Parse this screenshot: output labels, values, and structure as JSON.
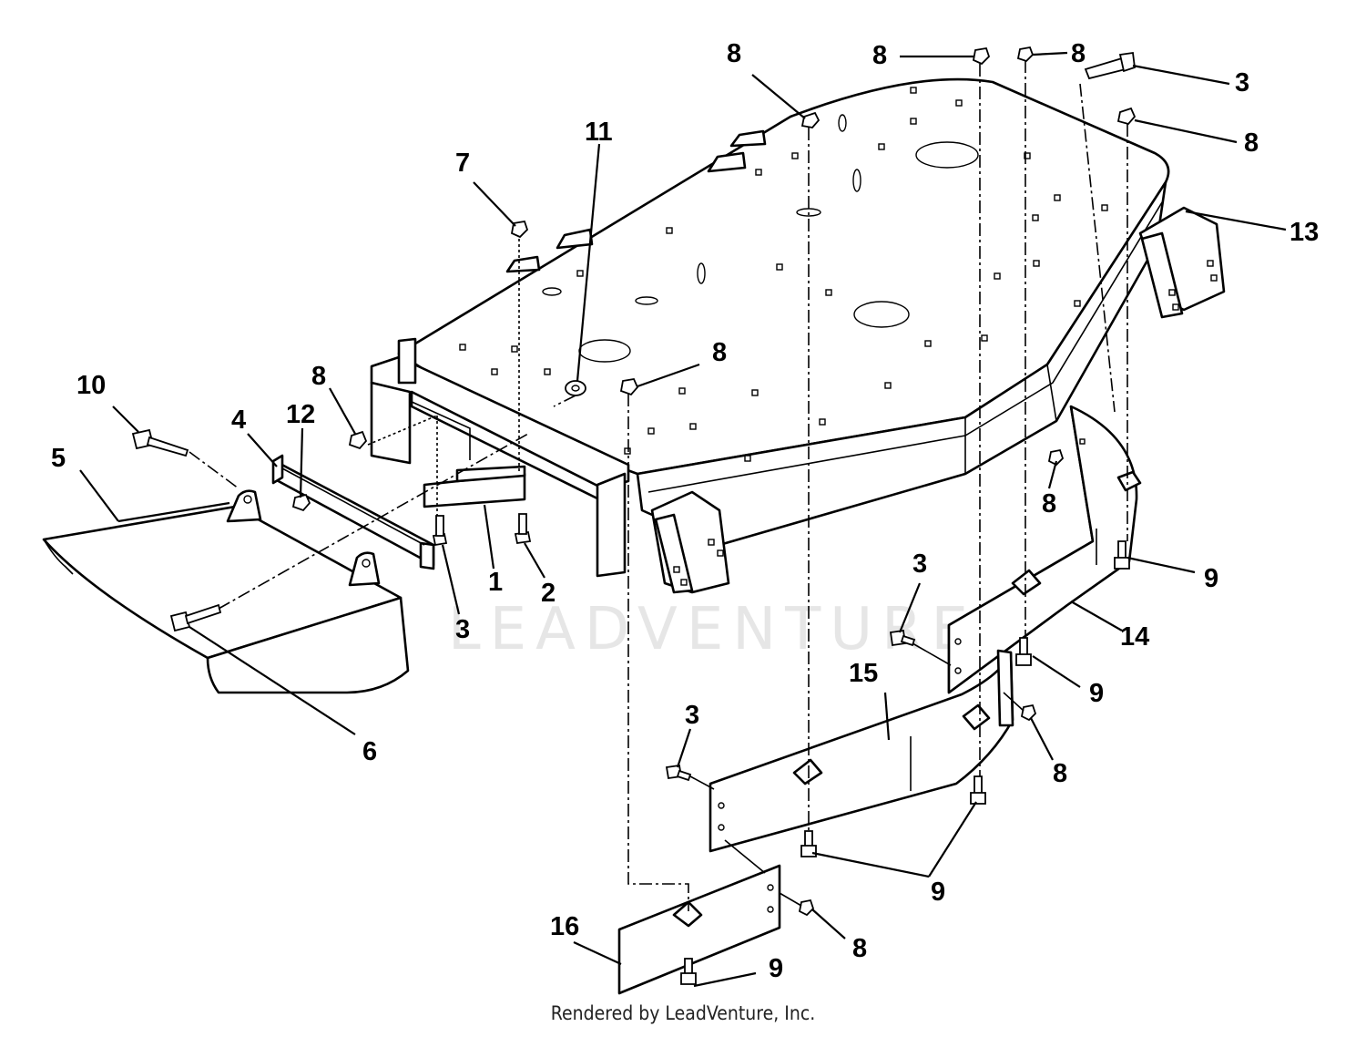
{
  "watermark_text": "LEADVENTURE",
  "footer_credit": "Rendered by LeadVenture, Inc.",
  "callouts": [
    {
      "id": "c8a",
      "text": "8"
    },
    {
      "id": "c8b",
      "text": "8"
    },
    {
      "id": "c8c",
      "text": "8"
    },
    {
      "id": "c3a",
      "text": "3"
    },
    {
      "id": "c8d",
      "text": "8"
    },
    {
      "id": "c11",
      "text": "11"
    },
    {
      "id": "c7",
      "text": "7"
    },
    {
      "id": "c13",
      "text": "13"
    },
    {
      "id": "c8e",
      "text": "8"
    },
    {
      "id": "c10",
      "text": "10"
    },
    {
      "id": "c8f",
      "text": "8"
    },
    {
      "id": "c4",
      "text": "4"
    },
    {
      "id": "c12",
      "text": "12"
    },
    {
      "id": "c5",
      "text": "5"
    },
    {
      "id": "c8g",
      "text": "8"
    },
    {
      "id": "c1",
      "text": "1"
    },
    {
      "id": "c2",
      "text": "2"
    },
    {
      "id": "c3b",
      "text": "3"
    },
    {
      "id": "c9a",
      "text": "9"
    },
    {
      "id": "c3c",
      "text": "3"
    },
    {
      "id": "c14",
      "text": "14"
    },
    {
      "id": "c15",
      "text": "15"
    },
    {
      "id": "c9b",
      "text": "9"
    },
    {
      "id": "c6",
      "text": "6"
    },
    {
      "id": "c3d",
      "text": "3"
    },
    {
      "id": "c8h",
      "text": "8"
    },
    {
      "id": "c9c",
      "text": "9"
    },
    {
      "id": "c16",
      "text": "16"
    },
    {
      "id": "c8i",
      "text": "8"
    },
    {
      "id": "c9d",
      "text": "9"
    }
  ]
}
